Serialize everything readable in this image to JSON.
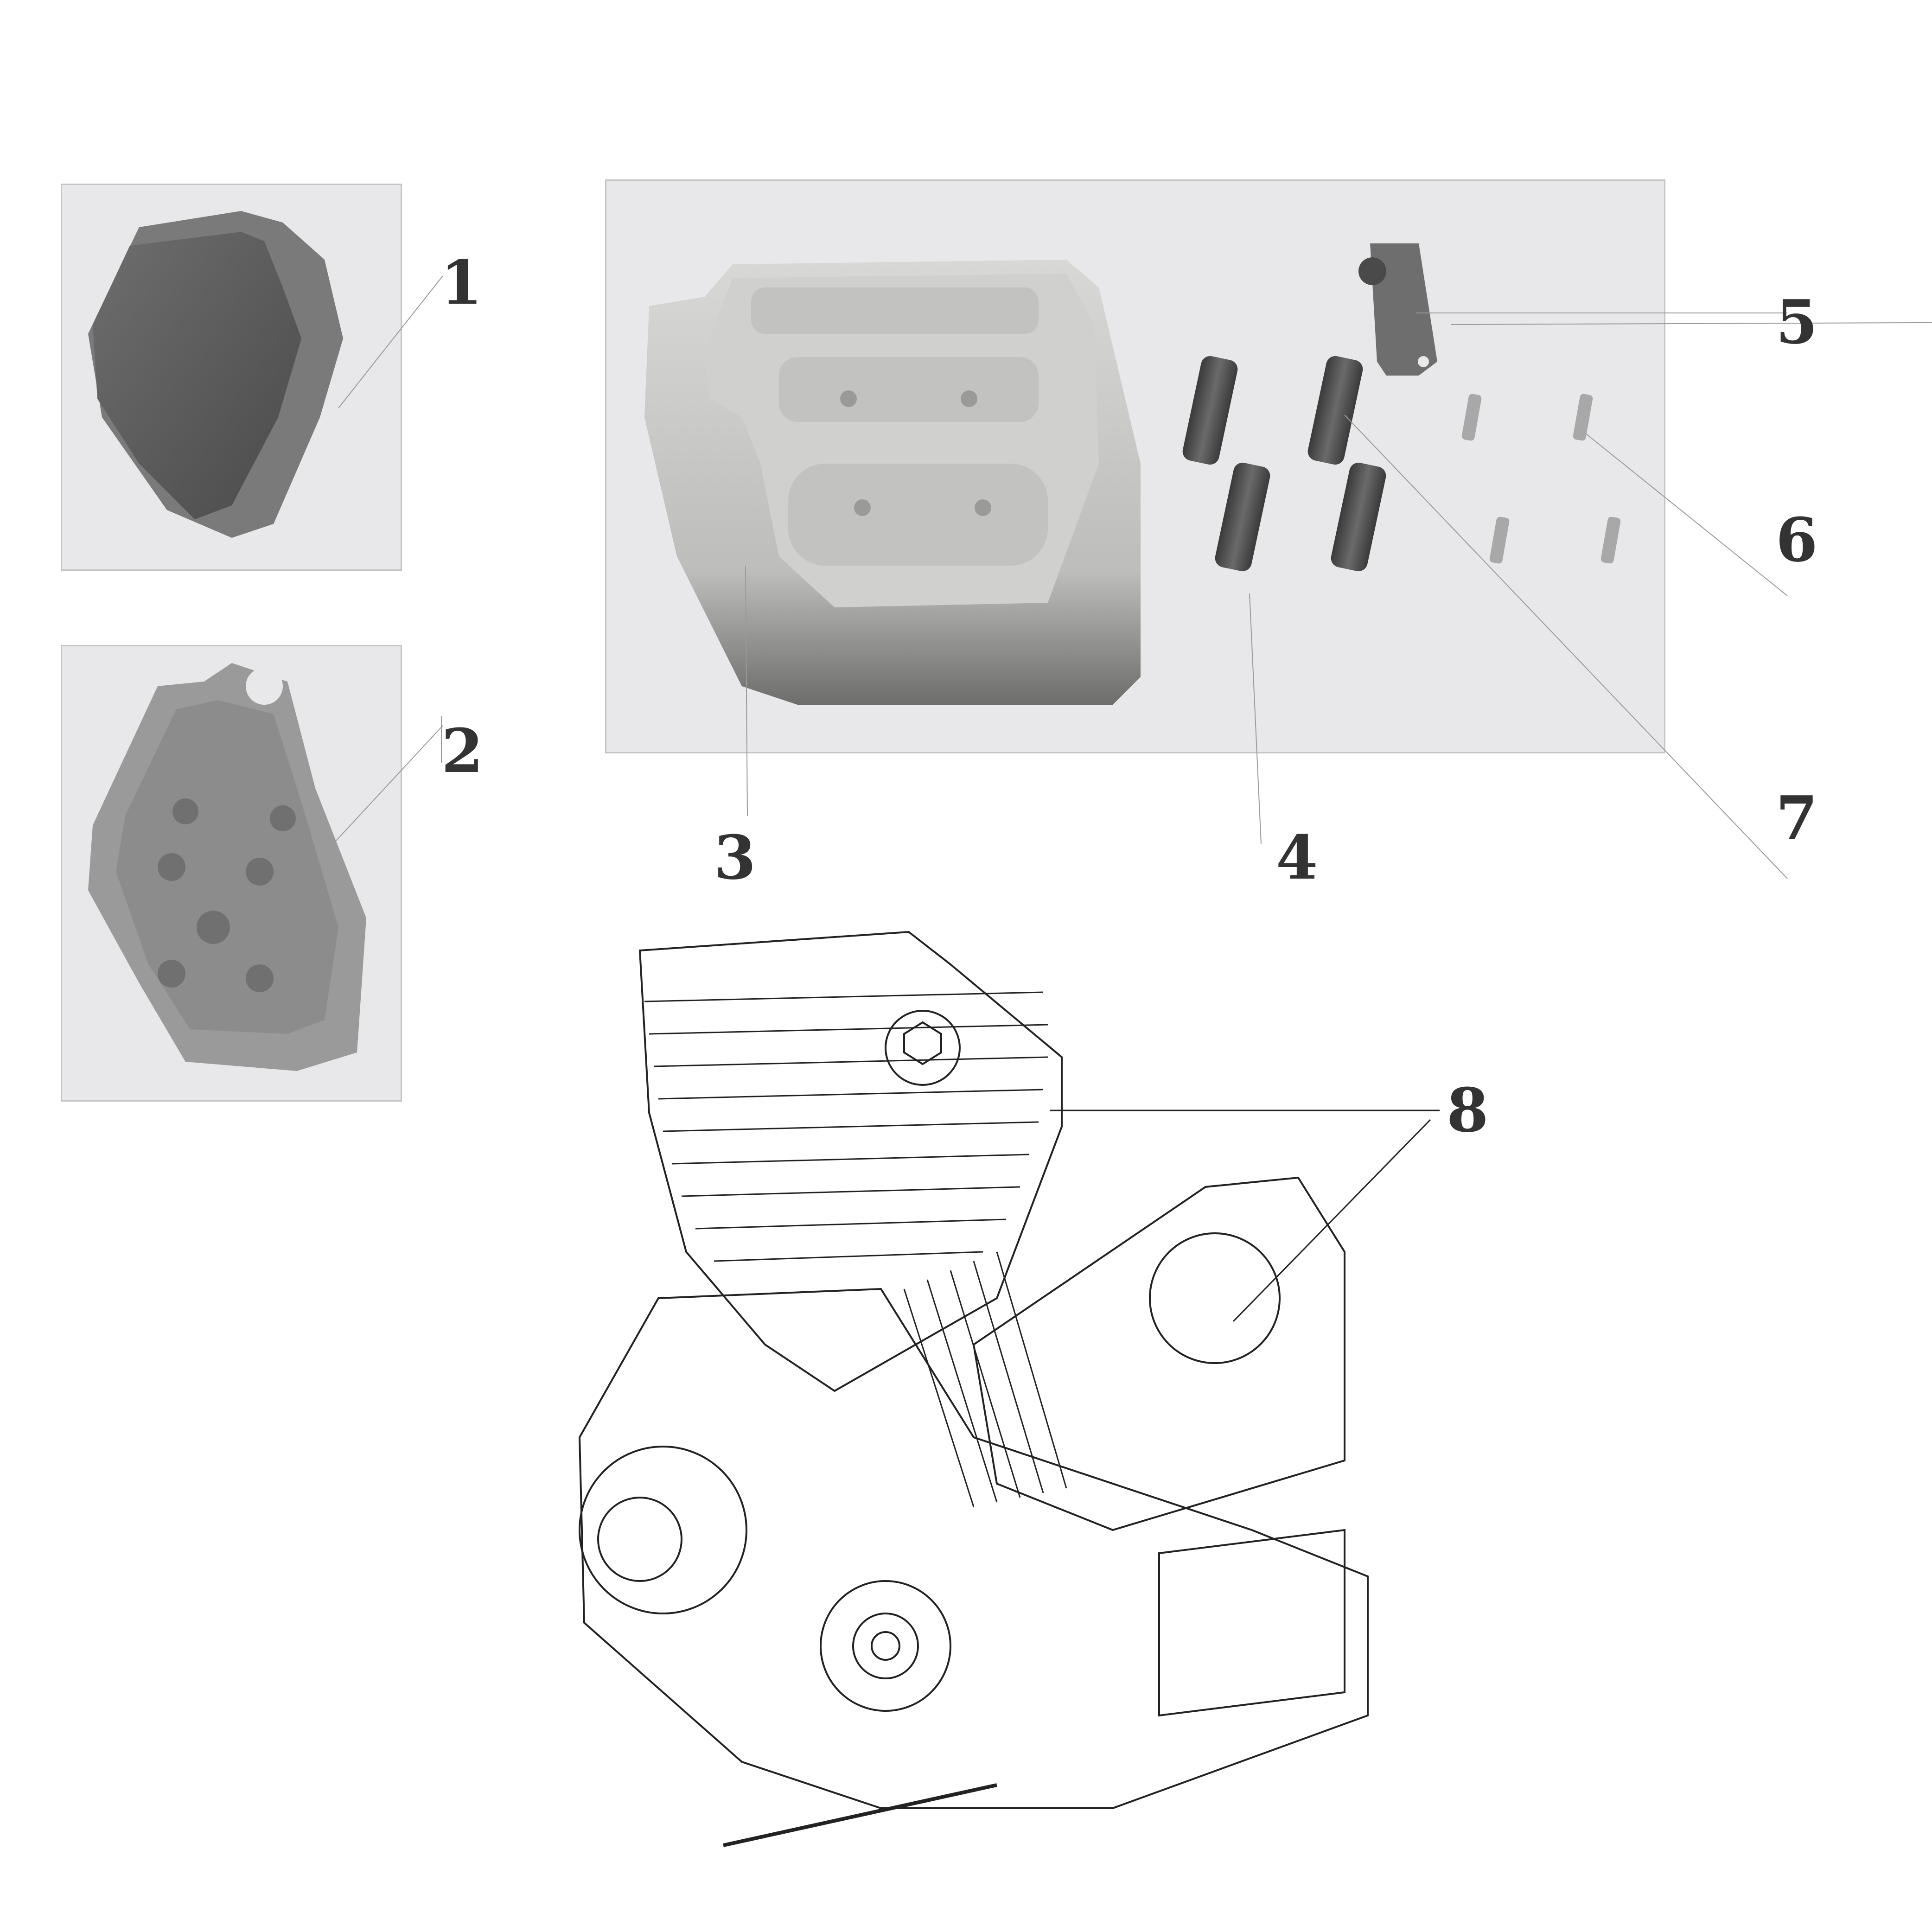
{
  "diagram": {
    "type": "exploded-parts-diagram",
    "subject": "motorcycle engine with cylinder head cover and fittings",
    "panels": [
      {
        "id": "panel-1",
        "part_number": "1",
        "description": "dark gray rounded polygonal cap/cover"
      },
      {
        "id": "panel-2",
        "part_number": "2",
        "description": "gray backing plate with bosses and keyhole slot"
      },
      {
        "id": "panel-main",
        "part_numbers": [
          "3",
          "4",
          "5",
          "6",
          "7"
        ],
        "description": "silver cover plate, spacers, bracket and bolts"
      }
    ],
    "callouts": [
      {
        "label": "1",
        "part": "cap cover"
      },
      {
        "label": "2",
        "part": "backing plate"
      },
      {
        "label": "3",
        "part": "cover plate"
      },
      {
        "label": "4",
        "part": "spacer (x4)"
      },
      {
        "label": "5",
        "part": "bracket"
      },
      {
        "label": "6",
        "part": "bolt"
      },
      {
        "label": "7",
        "part": "bolt"
      },
      {
        "label": "8",
        "part": "engine assembly"
      }
    ],
    "colors": {
      "panel_bg": "#e8e8ea",
      "panel_border": "#c4c4c6",
      "label": "#333333",
      "leader_line": "#999999",
      "cap_dark": "#5a5a5a",
      "plate_gray": "#9a9a9a",
      "cover_silver": "#c8c8c6",
      "spacer_dark": "#4a4a4a"
    }
  }
}
